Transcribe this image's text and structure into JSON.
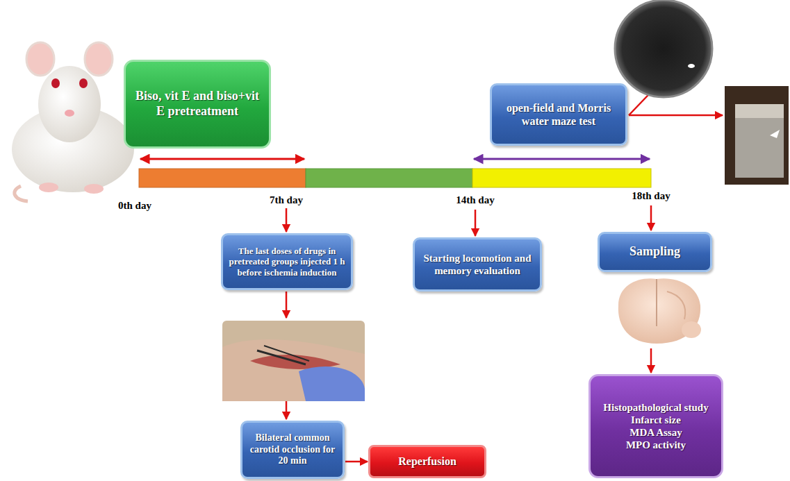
{
  "diagram": {
    "nodes": [
      {
        "text": [
          "Biso, vit E and biso+vit E pretreatment"
        ]
      },
      {
        "text": [
          "open-field and Morris water maze test"
        ]
      },
      {
        "text": [
          "The last doses of drugs in pretreated groups injected 1 h before ischemia induction"
        ]
      },
      {
        "text": [
          "Starting locomotion and memory evaluation"
        ]
      },
      {
        "text": [
          "Sampling"
        ]
      },
      {
        "text": [
          "Bilateral common carotid occlusion for 20 min"
        ]
      },
      {
        "text": [
          "Reperfusion"
        ]
      },
      {
        "text": [
          "Histopathological study",
          "Infarct size",
          "MDA Assay",
          "MPO activity"
        ]
      }
    ],
    "edges": [
      {
        "from": 5,
        "to": 6,
        "arrow": "to"
      }
    ],
    "labels": [
      "0th day",
      "7th day",
      "14th day",
      "18th day"
    ]
  }
}
